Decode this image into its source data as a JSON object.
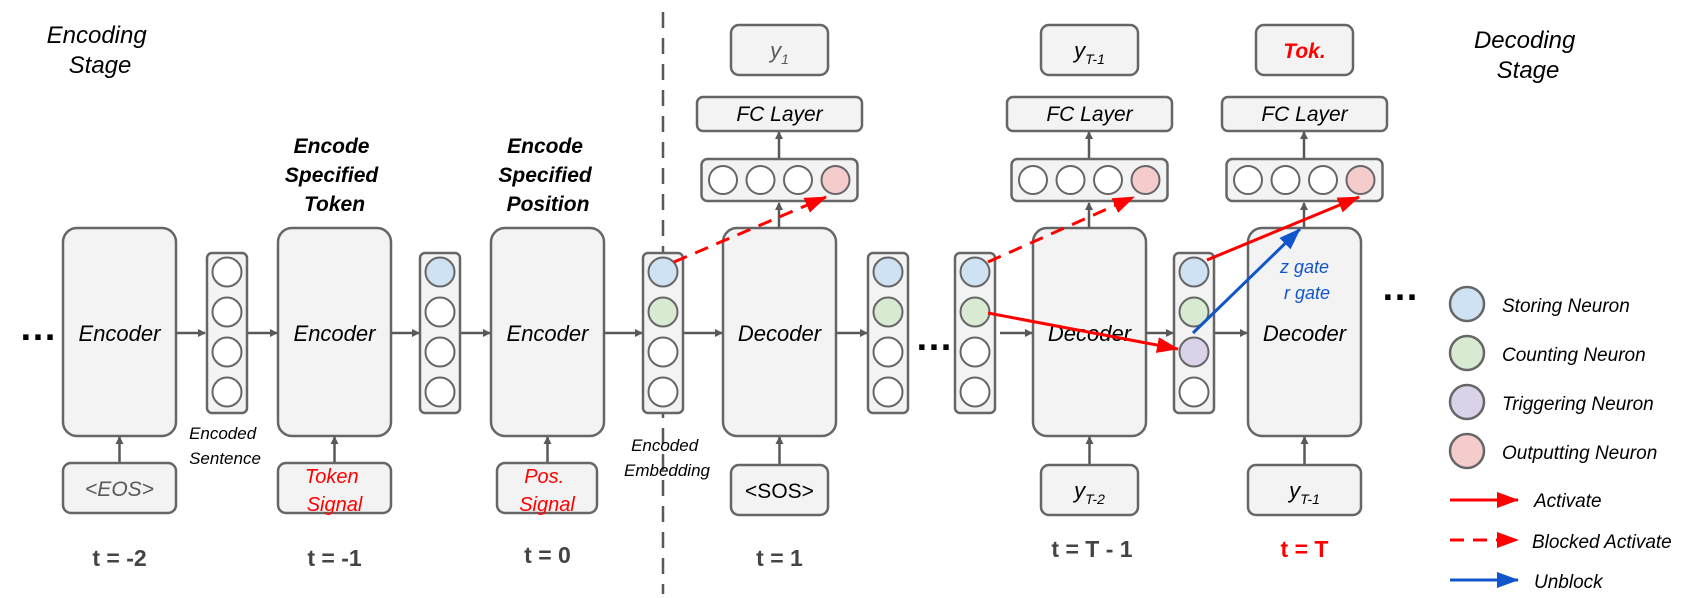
{
  "stages": {
    "encoding": [
      "Encoding",
      "Stage"
    ],
    "decoding": [
      "Decoding",
      "Stage"
    ]
  },
  "ellipsis": "…",
  "encoder_label": "Encoder",
  "decoder_label": "Decoder",
  "fc_label": "FC Layer",
  "encode_token": [
    "Encode",
    "Specified",
    "Token"
  ],
  "encode_position": [
    "Encode",
    "Specified",
    "Position"
  ],
  "encoded_sentence": [
    "Encoded",
    "Sentence"
  ],
  "encoded_embedding": [
    "Encoded",
    "Embedding"
  ],
  "inputs": {
    "eos": "<EOS>",
    "token_signal": [
      "Token",
      "Signal"
    ],
    "pos_signal": [
      "Pos.",
      "Signal"
    ],
    "sos": "<SOS>",
    "y_t2": {
      "base": "y",
      "sub": "T-2"
    },
    "y_t1": {
      "base": "y",
      "sub": "T-1"
    }
  },
  "outputs": {
    "y1": {
      "base": "y",
      "sub": "1"
    },
    "yT1": {
      "base": "y",
      "sub": "T-1"
    },
    "tok": "Tok."
  },
  "time_labels": [
    "t = -2",
    "t = -1",
    "t = 0",
    "t = 1",
    "t = T - 1",
    "t = T"
  ],
  "gates": [
    "z gate",
    "r gate"
  ],
  "legend": {
    "neurons": [
      {
        "label": "Storing Neuron",
        "color": "#cfe2f3"
      },
      {
        "label": "Counting Neuron",
        "color": "#d9ead3"
      },
      {
        "label": "Triggering Neuron",
        "color": "#d9d2e9"
      },
      {
        "label": "Outputting Neuron",
        "color": "#f4cccc"
      }
    ],
    "arrows": [
      {
        "label": "Activate",
        "color": "#ff0000",
        "style": "solid"
      },
      {
        "label": "Blocked Activate",
        "color": "#ff0000",
        "style": "dashed"
      },
      {
        "label": "Unblock",
        "color": "#1155cc",
        "style": "solid"
      }
    ]
  },
  "colors": {
    "box_fill": "#f3f3f3",
    "box_stroke": "#666666",
    "red": "#ff0000",
    "blue": "#1155cc",
    "storing": "#cfe2f3",
    "counting": "#d9ead3",
    "triggering": "#d9d2e9",
    "outputting": "#f4cccc"
  }
}
